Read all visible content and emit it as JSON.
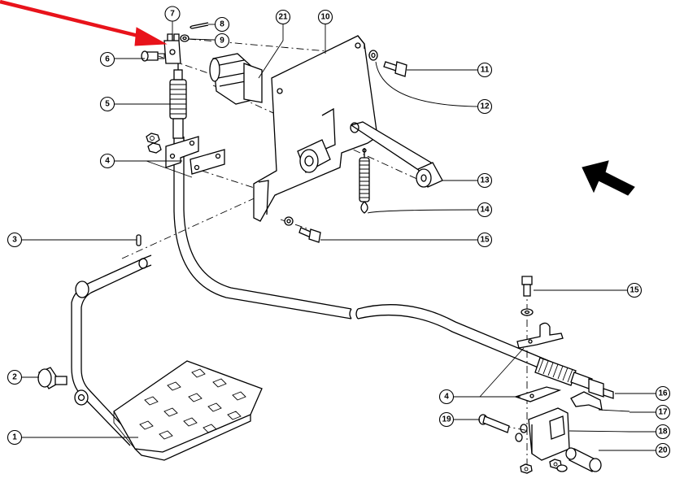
{
  "highlight_color": "#9bb83c",
  "arrow_color": "#e8131b",
  "callouts": [
    {
      "id": "c1",
      "label": "1",
      "highlight": false
    },
    {
      "id": "c2",
      "label": "2",
      "highlight": false
    },
    {
      "id": "c3",
      "label": "3",
      "highlight": false
    },
    {
      "id": "c4a",
      "label": "4",
      "highlight": false
    },
    {
      "id": "c4b",
      "label": "4",
      "highlight": false
    },
    {
      "id": "c5",
      "label": "5",
      "highlight": false
    },
    {
      "id": "c6",
      "label": "6",
      "highlight": false
    },
    {
      "id": "c7",
      "label": "7",
      "highlight": true
    },
    {
      "id": "c8",
      "label": "8",
      "highlight": false
    },
    {
      "id": "c9",
      "label": "9",
      "highlight": false
    },
    {
      "id": "c10",
      "label": "10",
      "highlight": false
    },
    {
      "id": "c11",
      "label": "11",
      "highlight": false
    },
    {
      "id": "c12",
      "label": "12",
      "highlight": false
    },
    {
      "id": "c13",
      "label": "13",
      "highlight": false
    },
    {
      "id": "c14",
      "label": "14",
      "highlight": false
    },
    {
      "id": "c15a",
      "label": "15",
      "highlight": false
    },
    {
      "id": "c15b",
      "label": "15",
      "highlight": false
    },
    {
      "id": "c16",
      "label": "16",
      "highlight": false
    },
    {
      "id": "c17",
      "label": "17",
      "highlight": false
    },
    {
      "id": "c18",
      "label": "18",
      "highlight": false
    },
    {
      "id": "c19",
      "label": "19",
      "highlight": false
    },
    {
      "id": "c20",
      "label": "20",
      "highlight": false
    },
    {
      "id": "c21",
      "label": "21",
      "highlight": false
    }
  ]
}
